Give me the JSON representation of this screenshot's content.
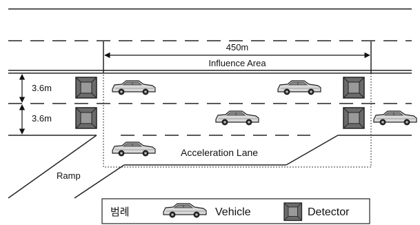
{
  "measure": {
    "length": "450m",
    "area_label": "Influence Area",
    "lane_width_top": "3.6m",
    "lane_width_bottom": "3.6m"
  },
  "lanes": {
    "acceleration_label": "Acceleration Lane",
    "ramp_label": "Ramp"
  },
  "legend": {
    "title": "범례",
    "vehicle_label": "Vehicle",
    "detector_label": "Detector"
  },
  "colors": {
    "line": "#222222",
    "detector_outer": "#6b6b6b",
    "detector_inner": "#9a9a9a",
    "vehicle_body": "#d9d9d9"
  },
  "icons": {
    "vehicle": "car-icon",
    "detector": "detector-icon"
  }
}
